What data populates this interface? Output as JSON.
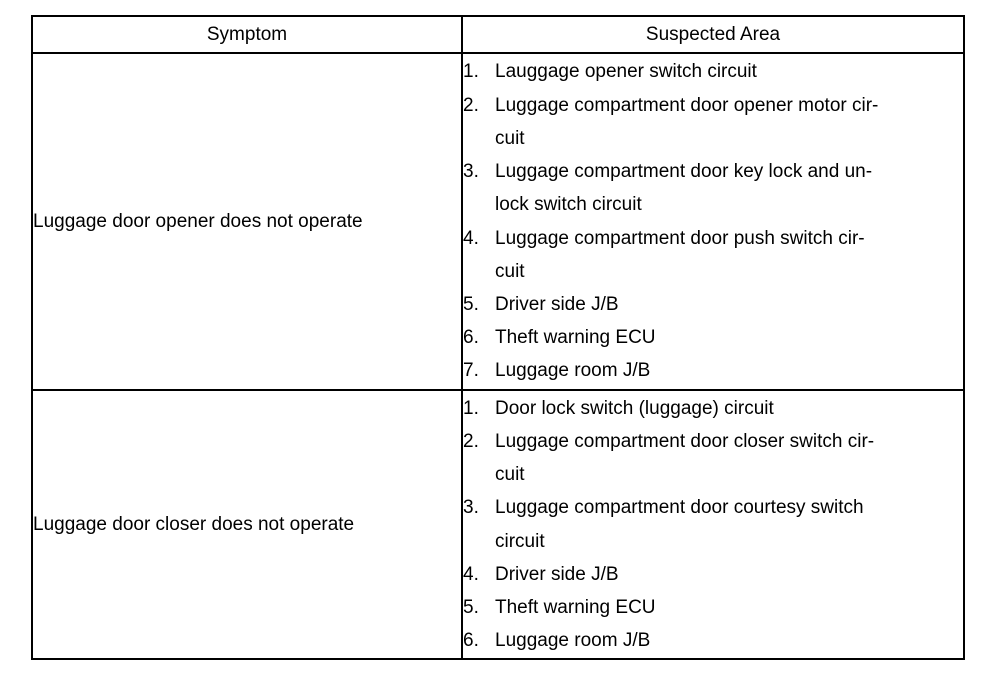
{
  "table": {
    "headers": [
      "Symptom",
      "Suspected Area"
    ],
    "rows": [
      {
        "symptom": "Luggage door opener does not operate",
        "areas": [
          {
            "num": "1.",
            "lines": [
              "Lauggage opener switch circuit"
            ]
          },
          {
            "num": "2.",
            "lines": [
              "Luggage compartment door opener motor cir-",
              "cuit"
            ]
          },
          {
            "num": "3.",
            "lines": [
              "Luggage compartment door key lock and un-",
              "lock switch circuit"
            ]
          },
          {
            "num": "4.",
            "lines": [
              "Luggage compartment door push switch cir-",
              "cuit"
            ]
          },
          {
            "num": "5.",
            "lines": [
              "Driver side J/B"
            ]
          },
          {
            "num": "6.",
            "lines": [
              "Theft warning ECU"
            ]
          },
          {
            "num": "7.",
            "lines": [
              "Luggage room J/B"
            ]
          }
        ]
      },
      {
        "symptom": "Luggage door closer does not operate",
        "areas": [
          {
            "num": "1.",
            "lines": [
              "Door lock switch (luggage) circuit"
            ]
          },
          {
            "num": "2.",
            "lines": [
              "Luggage compartment door closer switch cir-",
              "cuit"
            ]
          },
          {
            "num": "3.",
            "lines": [
              "Luggage compartment door courtesy switch",
              "circuit"
            ]
          },
          {
            "num": "4.",
            "lines": [
              "Driver side J/B"
            ]
          },
          {
            "num": "5.",
            "lines": [
              "Theft warning ECU"
            ]
          },
          {
            "num": "6.",
            "lines": [
              "Luggage room J/B"
            ]
          }
        ]
      }
    ]
  }
}
